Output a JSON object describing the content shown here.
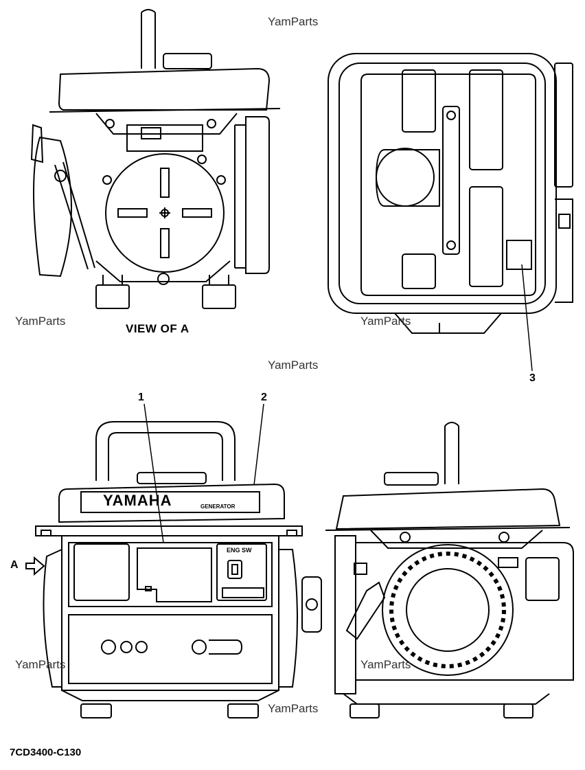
{
  "watermark": "YamParts",
  "view_caption": "VIEW OF A",
  "arrow_label": "A",
  "callouts": [
    "1",
    "2",
    "3"
  ],
  "brand_text": "YAMAHA",
  "panel_text": "GENERATOR",
  "switch_label": "ENG SW",
  "reference_code": "7CD3400-C130",
  "colors": {
    "line": "#000000",
    "background": "#ffffff"
  }
}
